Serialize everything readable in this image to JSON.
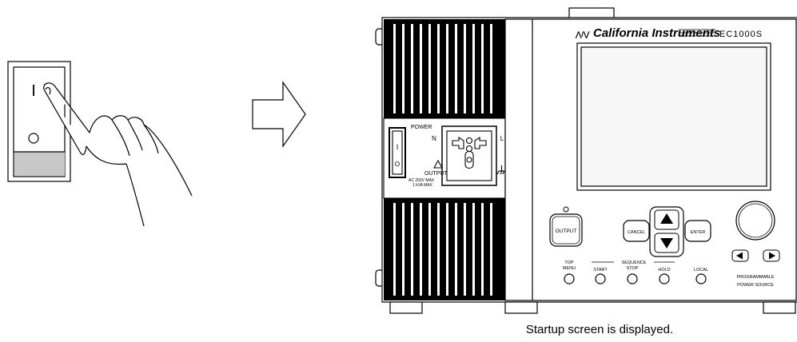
{
  "switch": {
    "on_symbol": "I",
    "off_symbol": "O"
  },
  "brand": {
    "name": "California Instruments",
    "model": "EC1000S"
  },
  "power_panel": {
    "power_label": "POWER",
    "switch_on": "I",
    "switch_off": "O",
    "n_label": "N",
    "l_label": "L",
    "output_label": "OUTPUT",
    "output_rating_1": "AC 250V MAX",
    "output_rating_2": "1 kVA MAX"
  },
  "buttons": {
    "output": "OUTPUT",
    "cancel": "CANCEL",
    "enter": "ENTER",
    "top_menu_1": "TOP",
    "top_menu_2": "MENU",
    "sequence": "SEQUENCE",
    "start": "START",
    "stop": "STOP",
    "hold": "HOLD",
    "local": "LOCAL"
  },
  "footer_text": {
    "line1": "PROGRAMMABLE",
    "line2": "POWER SOURCE"
  },
  "caption": "Startup screen is displayed.",
  "icons": [
    "hand-pressing-switch-icon",
    "right-arrow-icon",
    "up-arrow-icon",
    "down-arrow-icon",
    "left-arrow-icon",
    "right-arrow-button-icon",
    "warning-icon",
    "ground-icon"
  ]
}
